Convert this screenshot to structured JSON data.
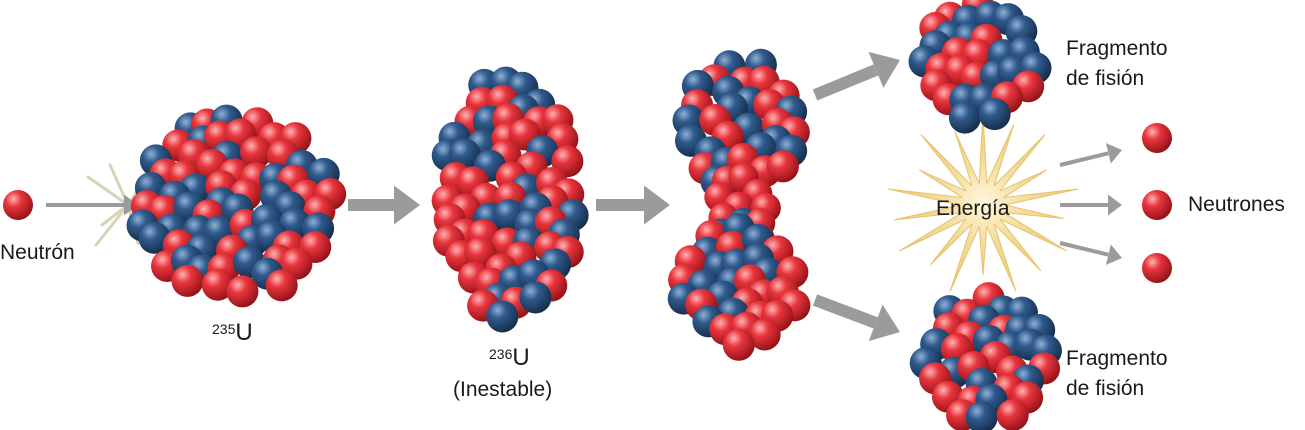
{
  "labels": {
    "neutron": "Neutrón",
    "u235_mass": "235",
    "u235_symbol": "U",
    "u236_mass": "236",
    "u236_symbol": "U",
    "unstable": "(Inestable)",
    "fragment_top_line1": "Fragmento",
    "fragment_top_line2": "de fisión",
    "fragment_bottom_line1": "Fragmento",
    "fragment_bottom_line2": "de fisión",
    "energy": "Energía",
    "neutrons": "Neutrones"
  },
  "colors": {
    "proton": "#d9252e",
    "neutron": "#264e7e",
    "arrow": "#9b9b9b",
    "burst": "#f0d28a",
    "text": "#1a1a1a"
  },
  "icons": {
    "proton": "red-sphere",
    "neutron": "blue-sphere",
    "energy": "starburst"
  }
}
